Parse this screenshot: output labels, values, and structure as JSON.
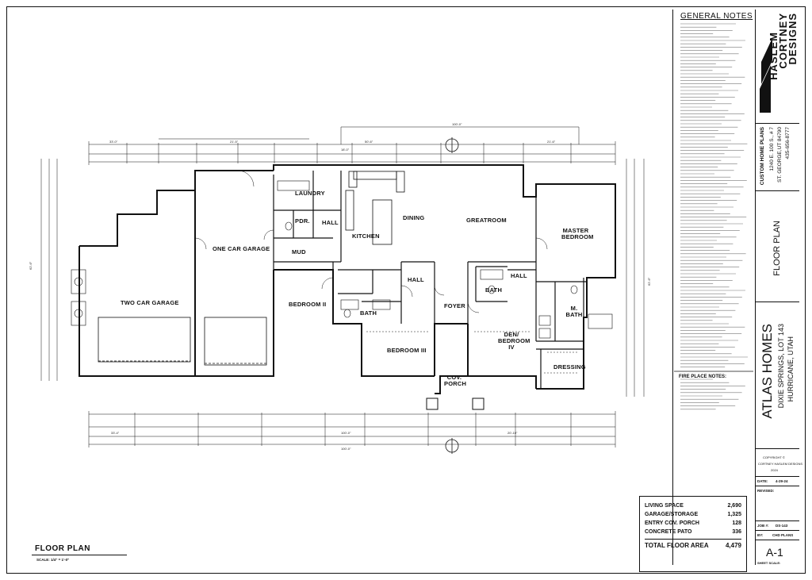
{
  "plan": {
    "title": "FLOOR PLAN",
    "scale": "SCALE: 1/4\" = 1'-0\""
  },
  "rooms": {
    "two_car_garage": "TWO CAR GARAGE",
    "one_car_garage": "ONE CAR GARAGE",
    "laundry": "LAUNDRY",
    "pdr": "PDR.",
    "hall_1": "HALL",
    "mud": "MUD",
    "bedroom_2": "BEDROOM II",
    "kitchen": "KITCHEN",
    "dining": "DINING",
    "greatroom": "GREATROOM",
    "master_bedroom": "MASTER BEDROOM",
    "bath_1": "BATH",
    "hall_2": "HALL",
    "bath_2": "BATH",
    "hall_3": "HALL",
    "m_bath": "M. BATH",
    "foyer": "FOYER",
    "bedroom_3": "BEDROOM III",
    "den_bedroom_4": "DEN/ BEDROOM IV",
    "dressing": "DRESSING",
    "cov_porch": "COV. PORCH"
  },
  "notes": {
    "general_heading": "GENERAL NOTES",
    "fireplace_heading": "FIRE PLACE NOTES:"
  },
  "title_block": {
    "firm_line1": "CORTNEY",
    "firm_line2": "HASLEM",
    "firm_line3": "DESIGNS",
    "plans_label": "CUSTOM HOME PLANS",
    "address": "1240 E. 100 S., # 7",
    "city": "ST. GEORGE,UT 84790",
    "phone": "435-656-8777",
    "sheet_title": "FLOOR PLAN",
    "client": "ATLAS HOMES",
    "lot": "DIXIE SPRINGS, LOT 143",
    "location": "HURRICANE, UTAH",
    "copyright": "COPYRIGHT ©",
    "copyright_firm": "CORTNEY HASLEM DESIGNS",
    "copyright_year": "2024",
    "date_label": "DATE:",
    "date_value": "4-29-24",
    "revised_label": "REVISED:",
    "job_label": "JOB #:",
    "job_value": "DS-143",
    "by_label": "BY:",
    "by_value": "CHD PLANS",
    "sheet_number": "A-1",
    "sheet_scale_label": "SHEET SCALE:"
  },
  "areas": {
    "rows": [
      {
        "label": "LIVING SPACE",
        "value": "2,690"
      },
      {
        "label": "GARAGE/STORAGE",
        "value": "1,325"
      },
      {
        "label": "ENTRY COV. PORCH",
        "value": "128"
      },
      {
        "label": "CONCRETE PATO",
        "value": "336"
      }
    ],
    "total_label": "TOTAL FLOOR AREA",
    "total_value": "4,479"
  },
  "colors": {
    "line": "#111111",
    "paper": "#ffffff"
  }
}
